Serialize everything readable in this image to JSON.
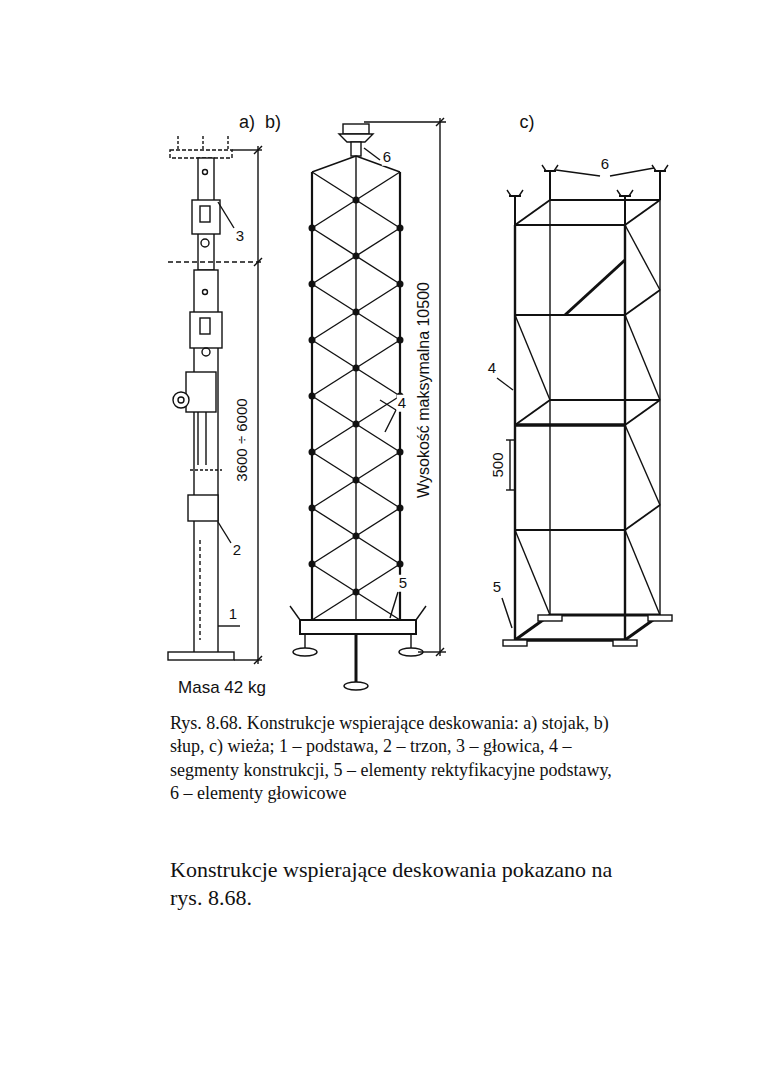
{
  "diagram": {
    "caption": "Rys. 8.68. Konstrukcje wspierające deskowania: a) stojak, b) słup, c) wieża; 1 – podstawa, 2 – trzon, 3 – głowica, 4 – segmenty konstrukcji, 5 – elementy rektyfikacyjne podstawy, 6 – elementy głowicowe",
    "labels": [
      "a)",
      "b)",
      "c)",
      "3",
      "3600 ÷ 6000",
      "2",
      "1",
      "Masa 42 kg",
      "6",
      "4",
      "Wysokość maksymalna 10500",
      "5",
      "6",
      "4",
      "500",
      "5",
      "Konstrukcje wspierające deskowania pokazano na rys. 8.68."
    ]
  }
}
